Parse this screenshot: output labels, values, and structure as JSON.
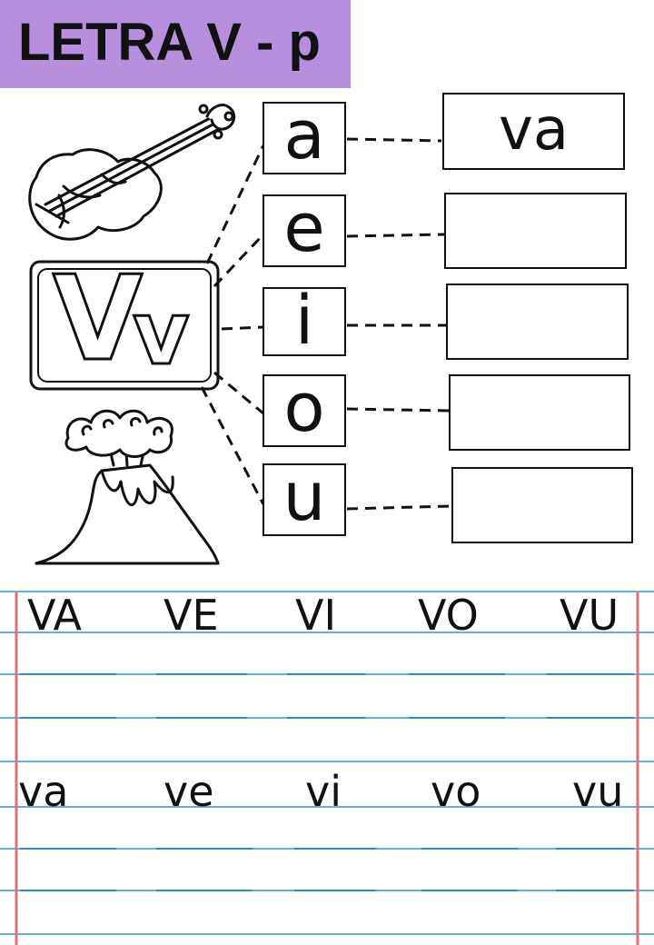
{
  "title": "LETRA V - p",
  "letter_card": {
    "upper": "V",
    "lower": "v"
  },
  "vowels": [
    "a",
    "e",
    "i",
    "o",
    "u"
  ],
  "answers": [
    "va",
    "",
    "",
    "",
    ""
  ],
  "upper_syllables": [
    "VA",
    "VE",
    "VI",
    "VO",
    "VU"
  ],
  "lower_syllables": [
    "va",
    "ve",
    "vi",
    "vo",
    "vu"
  ],
  "colors": {
    "title_bg": "#b68fdd",
    "ruling_blue": "#5fb3df",
    "margin_red": "#e0707a"
  },
  "icons": [
    "violin-icon",
    "volcano-icon"
  ]
}
